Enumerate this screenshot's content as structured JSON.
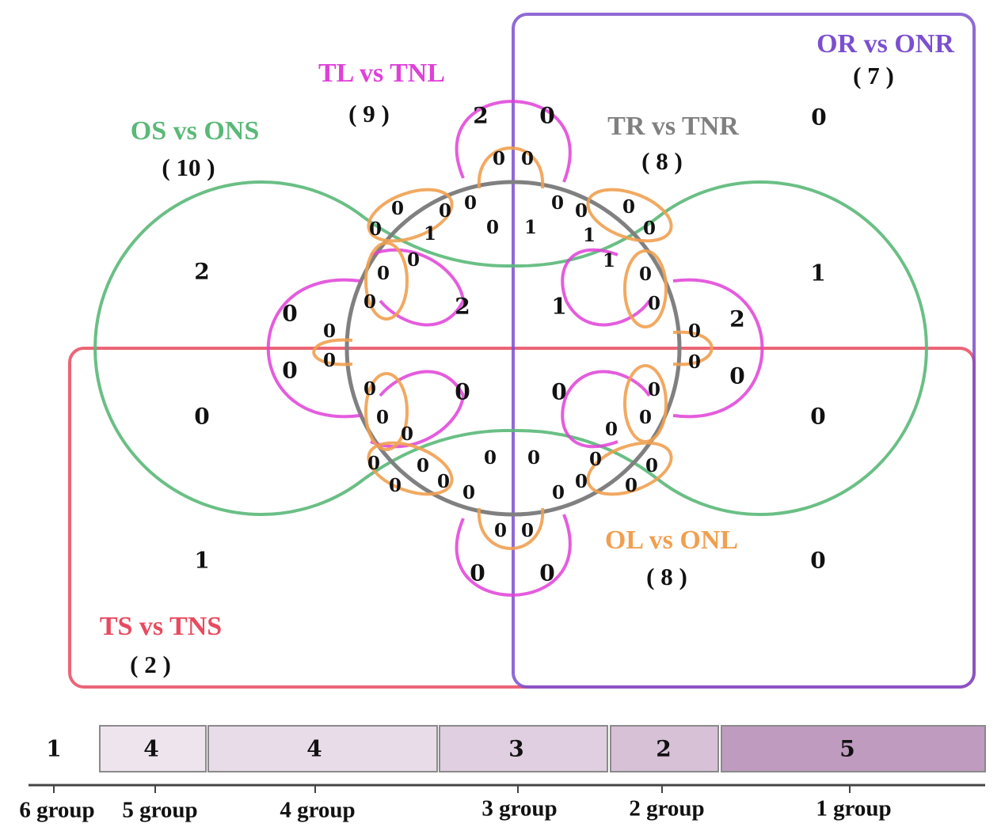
{
  "sets": {
    "os": {
      "title": "OS vs ONS",
      "count": "( 10 )",
      "color": "#5ab878"
    },
    "tl": {
      "title": "TL vs TNL",
      "count": "( 9 )",
      "color": "#e040d8"
    },
    "tr": {
      "title": "TR vs TNR",
      "count": "( 8 )",
      "color": "#808080"
    },
    "or": {
      "title": "OR vs ONR",
      "count": "( 7 )",
      "color": "#7b4fcf"
    },
    "ol": {
      "title": "OL vs ONL",
      "count": "( 8 )",
      "color": "#f0a050"
    },
    "ts": {
      "title": "TS vs TNS",
      "count": "( 2 )",
      "color": "#e84a5f"
    }
  },
  "region_values": [
    "2",
    "0",
    "0",
    "0",
    "0",
    "0",
    "0",
    "0",
    "0",
    "0",
    "0",
    "1",
    "1",
    "0",
    "0",
    "0",
    "1",
    "0",
    "0",
    "1",
    "2",
    "1",
    "2",
    "0",
    "0",
    "0",
    "2",
    "0",
    "0",
    "0",
    "0",
    "0",
    "0",
    "1",
    "0",
    "0",
    "0",
    "0",
    "0",
    "0",
    "0",
    "0",
    "0",
    "0",
    "0",
    "0",
    "0",
    "0",
    "0",
    "0",
    "0",
    "0",
    "0",
    "0",
    "0",
    "0",
    "0",
    "0",
    "0",
    "0",
    "0",
    "0",
    "1",
    "0",
    "0"
  ],
  "bar": {
    "color_scale": [
      "#ffffff",
      "#eee4ee",
      "#e9dce9",
      "#e0cfe0",
      "#d7c1d7",
      "#bf9bbf"
    ],
    "segments": [
      "1",
      "4",
      "4",
      "3",
      "2",
      "5"
    ],
    "axis_labels": [
      "6 group",
      "5 group",
      "4 group",
      "3 group",
      "2 group",
      "1 group"
    ]
  }
}
